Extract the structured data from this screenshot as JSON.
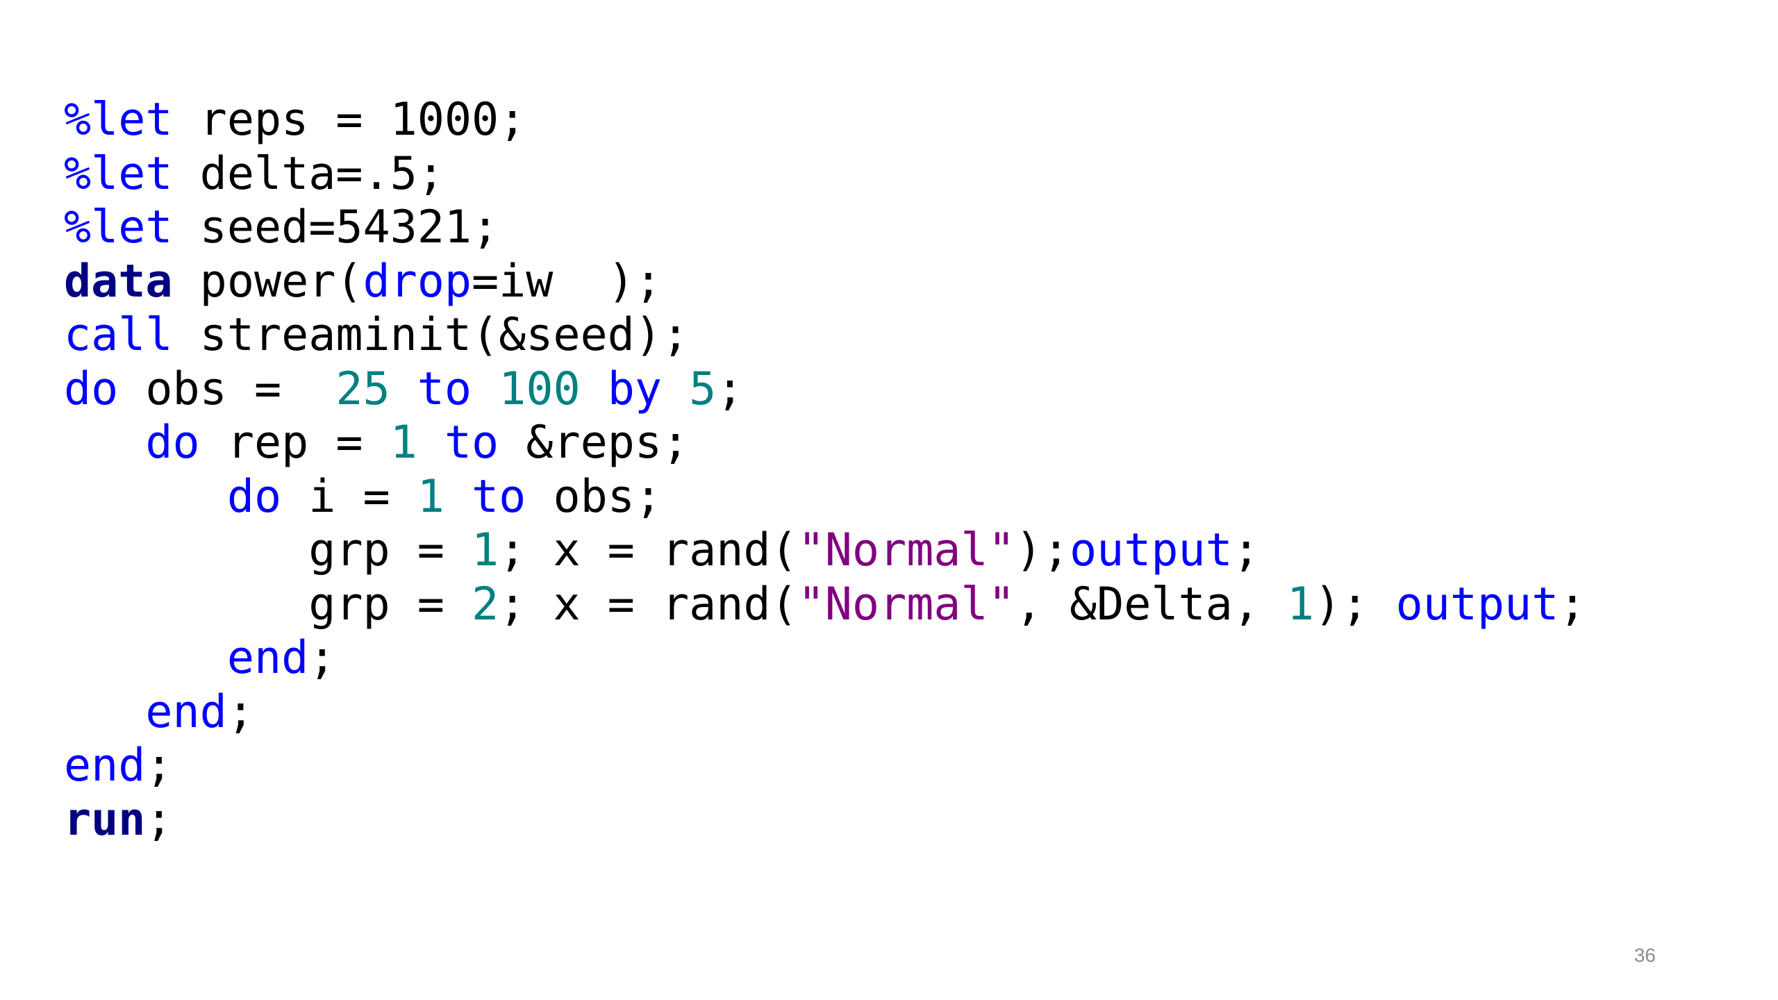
{
  "colors": {
    "keyword": "#0000ff",
    "statement_bold": "#000080",
    "number": "#008080",
    "string": "#800080",
    "plain": "#000000",
    "page_number": "#8c8c8c",
    "background": "#ffffff"
  },
  "code_lines": [
    {
      "tokens": [
        {
          "type": "kw",
          "text": "%let"
        },
        {
          "type": "plain",
          "text": " reps = 1000;"
        }
      ]
    },
    {
      "tokens": [
        {
          "type": "kw",
          "text": "%let"
        },
        {
          "type": "plain",
          "text": " delta=.5;"
        }
      ]
    },
    {
      "tokens": [
        {
          "type": "kw",
          "text": "%let"
        },
        {
          "type": "plain",
          "text": " seed=54321;"
        }
      ]
    },
    {
      "tokens": [
        {
          "type": "bold",
          "text": "data"
        },
        {
          "type": "plain",
          "text": " power("
        },
        {
          "type": "kw",
          "text": "drop"
        },
        {
          "type": "plain",
          "text": "=iw  );"
        }
      ]
    },
    {
      "tokens": [
        {
          "type": "kw",
          "text": "call"
        },
        {
          "type": "plain",
          "text": " streaminit(&seed);"
        }
      ]
    },
    {
      "tokens": [
        {
          "type": "kw",
          "text": "do"
        },
        {
          "type": "plain",
          "text": " obs =  "
        },
        {
          "type": "num",
          "text": "25"
        },
        {
          "type": "plain",
          "text": " "
        },
        {
          "type": "kw",
          "text": "to"
        },
        {
          "type": "plain",
          "text": " "
        },
        {
          "type": "num",
          "text": "100"
        },
        {
          "type": "plain",
          "text": " "
        },
        {
          "type": "kw",
          "text": "by"
        },
        {
          "type": "plain",
          "text": " "
        },
        {
          "type": "num",
          "text": "5"
        },
        {
          "type": "plain",
          "text": ";"
        }
      ]
    },
    {
      "tokens": [
        {
          "type": "plain",
          "text": "   "
        },
        {
          "type": "kw",
          "text": "do"
        },
        {
          "type": "plain",
          "text": " rep = "
        },
        {
          "type": "num",
          "text": "1"
        },
        {
          "type": "plain",
          "text": " "
        },
        {
          "type": "kw",
          "text": "to"
        },
        {
          "type": "plain",
          "text": " &reps;"
        }
      ]
    },
    {
      "tokens": [
        {
          "type": "plain",
          "text": "      "
        },
        {
          "type": "kw",
          "text": "do"
        },
        {
          "type": "plain",
          "text": " i = "
        },
        {
          "type": "num",
          "text": "1"
        },
        {
          "type": "plain",
          "text": " "
        },
        {
          "type": "kw",
          "text": "to"
        },
        {
          "type": "plain",
          "text": " obs;"
        }
      ]
    },
    {
      "tokens": [
        {
          "type": "plain",
          "text": "         grp = "
        },
        {
          "type": "num",
          "text": "1"
        },
        {
          "type": "plain",
          "text": "; x = rand("
        },
        {
          "type": "str",
          "text": "\"Normal\""
        },
        {
          "type": "plain",
          "text": ");"
        },
        {
          "type": "kw",
          "text": "output"
        },
        {
          "type": "plain",
          "text": ";"
        }
      ]
    },
    {
      "tokens": [
        {
          "type": "plain",
          "text": "         grp = "
        },
        {
          "type": "num",
          "text": "2"
        },
        {
          "type": "plain",
          "text": "; x = rand("
        },
        {
          "type": "str",
          "text": "\"Normal\""
        },
        {
          "type": "plain",
          "text": ", &Delta, "
        },
        {
          "type": "num",
          "text": "1"
        },
        {
          "type": "plain",
          "text": "); "
        },
        {
          "type": "kw",
          "text": "output"
        },
        {
          "type": "plain",
          "text": ";"
        }
      ]
    },
    {
      "tokens": [
        {
          "type": "plain",
          "text": "      "
        },
        {
          "type": "kw",
          "text": "end"
        },
        {
          "type": "plain",
          "text": ";"
        }
      ]
    },
    {
      "tokens": [
        {
          "type": "plain",
          "text": "   "
        },
        {
          "type": "kw",
          "text": "end"
        },
        {
          "type": "plain",
          "text": ";"
        }
      ]
    },
    {
      "tokens": [
        {
          "type": "kw",
          "text": "end"
        },
        {
          "type": "plain",
          "text": ";"
        }
      ]
    },
    {
      "tokens": [
        {
          "type": "bold",
          "text": "run"
        },
        {
          "type": "plain",
          "text": ";"
        }
      ]
    }
  ],
  "page_number": "36"
}
